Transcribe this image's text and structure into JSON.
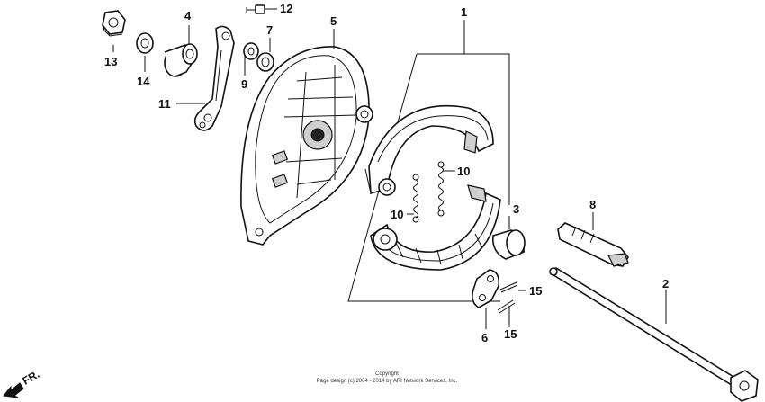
{
  "diagram": {
    "labels": {
      "l1": "1",
      "l2": "2",
      "l3": "3",
      "l4": "4",
      "l5": "5",
      "l6": "6",
      "l7": "7",
      "l8": "8",
      "l9": "9",
      "l10a": "10",
      "l10b": "10",
      "l11": "11",
      "l12": "12",
      "l13": "13",
      "l14": "14",
      "l15a": "15",
      "l15b": "15"
    },
    "direction_marker": "FR.",
    "copyright_line1": "Copyright",
    "copyright_line2": "Page design (c) 2004 - 2014 by ARI Network Services, Inc."
  }
}
